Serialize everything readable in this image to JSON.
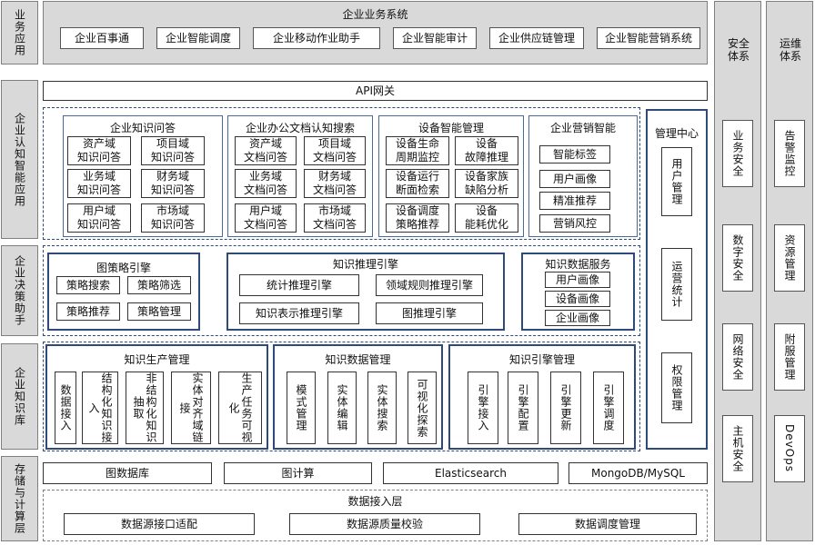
{
  "left_labels": [
    "业务应用",
    "企业认知智能应用",
    "企业决策助手",
    "企业知识库",
    "存储与计算层"
  ],
  "business": {
    "title": "企业业务系统",
    "items": [
      "企业百事通",
      "企业智能调度",
      "企业移动作业助手",
      "企业智能审计",
      "企业供应链管理",
      "企业智能营销系统"
    ]
  },
  "api_gateway": "API网关",
  "cognitive": {
    "qa": {
      "title": "企业知识问答",
      "items": [
        "资产域\n知识问答",
        "项目域\n知识问答",
        "业务域\n知识问答",
        "财务域\n知识问答",
        "用户域\n知识问答",
        "市场域\n知识问答"
      ]
    },
    "doc": {
      "title": "企业办公文档认知搜索",
      "items": [
        "资产域\n文档问答",
        "项目域\n文档问答",
        "业务域\n文档问答",
        "财务域\n文档问答",
        "用户域\n文档问答",
        "市场域\n文档问答"
      ]
    },
    "device": {
      "title": "设备智能管理",
      "items": [
        "设备生命\n周期监控",
        "设备\n故障推理",
        "设备运行\n断面检索",
        "设备家族\n缺陷分析",
        "设备调度\n策略推荐",
        "设备\n能耗优化"
      ]
    },
    "marketing": {
      "title": "企业营销智能",
      "items": [
        "智能标签",
        "用户画像",
        "精准推荐",
        "营销风控"
      ]
    }
  },
  "decision": {
    "strategy": {
      "title": "图策略引擎",
      "items": [
        "策略搜索",
        "策略筛选",
        "策略推荐",
        "策略管理"
      ]
    },
    "reasoning": {
      "title": "知识推理引擎",
      "items": [
        "统计推理引擎",
        "领域规则推理引擎",
        "知识表示推理引擎",
        "图推理引擎"
      ]
    },
    "data_service": {
      "title": "知识数据服务",
      "items": [
        "用户画像",
        "设备画像",
        "企业画像"
      ]
    }
  },
  "knowledge": {
    "production": {
      "title": "知识生产管理",
      "items": [
        "数据接入",
        "结构化知识接入",
        "非结构化知识抽取",
        "实体对齐域链接",
        "生产任务可视化"
      ]
    },
    "data_mgmt": {
      "title": "知识数据管理",
      "items": [
        "模式管理",
        "实体编辑",
        "实体搜索",
        "可视化探索"
      ]
    },
    "engine_mgmt": {
      "title": "知识引擎管理",
      "items": [
        "引擎接入",
        "引擎配置",
        "引擎更新",
        "引擎调度"
      ]
    }
  },
  "management": {
    "title": "管理中心",
    "items": [
      "用户管理",
      "运营统计",
      "权限管理"
    ]
  },
  "storage": {
    "items": [
      "图数据库",
      "图计算",
      "Elasticsearch",
      "MongoDB/MySQL"
    ]
  },
  "data_access": {
    "title": "数据接入层",
    "items": [
      "数据源接口适配",
      "数据源质量校验",
      "数据调度管理"
    ]
  },
  "security": {
    "title": "安全体系",
    "items": [
      "业务安全",
      "数字安全",
      "网络安全",
      "主机安全"
    ]
  },
  "ops": {
    "title": "运维体系",
    "items": [
      "告警监控",
      "资源管理",
      "附服管理",
      "DevOps"
    ]
  }
}
